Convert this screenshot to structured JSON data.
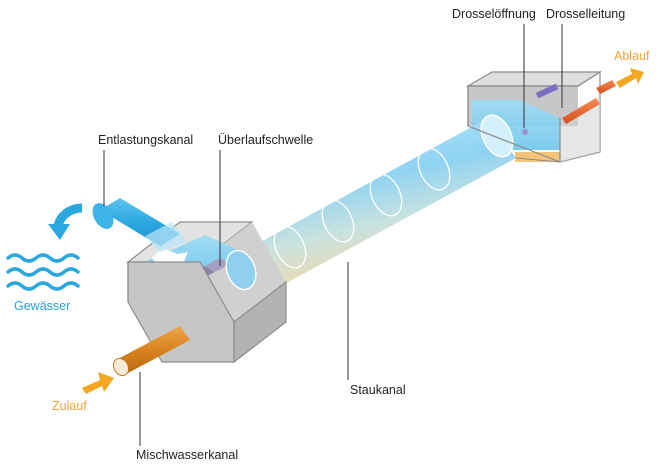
{
  "labels": {
    "drosseloeffnung": "Drosselöffnung",
    "drosselleitung": "Drosselleitung",
    "ablauf": "Ablauf",
    "entlastungskanal": "Entlastungskanal",
    "ueberlaufschwelle": "Überlaufschwelle",
    "gewaesser": "Gewässer",
    "staukanal": "Staukanal",
    "zulauf": "Zulauf",
    "mischwasserkanal": "Mischwasserkanal"
  },
  "colors": {
    "water": "#2ba8e0",
    "flow_arrow": "#f5a623",
    "inlet_pipe": "#d9831f",
    "outlet_pipe": "#e8602c",
    "box_frame": "#8c8c8c",
    "text": "#222222"
  },
  "icons": {
    "discharge": "curved-arrow-icon",
    "water_body": "waves-icon",
    "inflow": "arrow-right-icon",
    "outflow": "arrow-right-icon"
  }
}
